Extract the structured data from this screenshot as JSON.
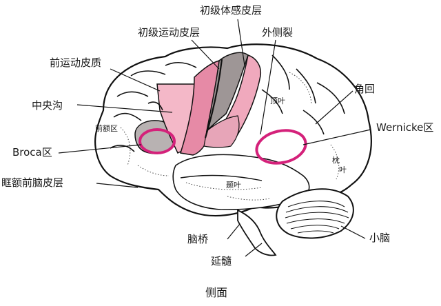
{
  "labels": {
    "primary_somatosensory": "初级体感皮层",
    "primary_motor": "初级运动皮层",
    "lateral_sulcus": "外侧裂",
    "premotor": "前运动皮质",
    "central_sulcus": "中央沟",
    "angular_gyrus": "角回",
    "parietal_lobe": "顶叶",
    "prefrontal": "前额区",
    "wernicke": "Wernicke区",
    "broca": "Broca区",
    "orbitofrontal": "眶额前脑皮层",
    "occipital_1": "枕",
    "occipital_2": "叶",
    "temporal_lobe": "颞叶",
    "pons": "脑桥",
    "cerebellum": "小脑",
    "medulla": "延髓"
  },
  "caption": "侧面",
  "colors": {
    "premotor_fill": "#f4b8c8",
    "motor_fill": "#e68aa6",
    "somatosensory_fill": "#f0a9bd",
    "gray_fill": "#b0aaaa",
    "dark_gray_fill": "#9e9696",
    "highlight_ring": "#d4217a",
    "outline": "#111111"
  }
}
